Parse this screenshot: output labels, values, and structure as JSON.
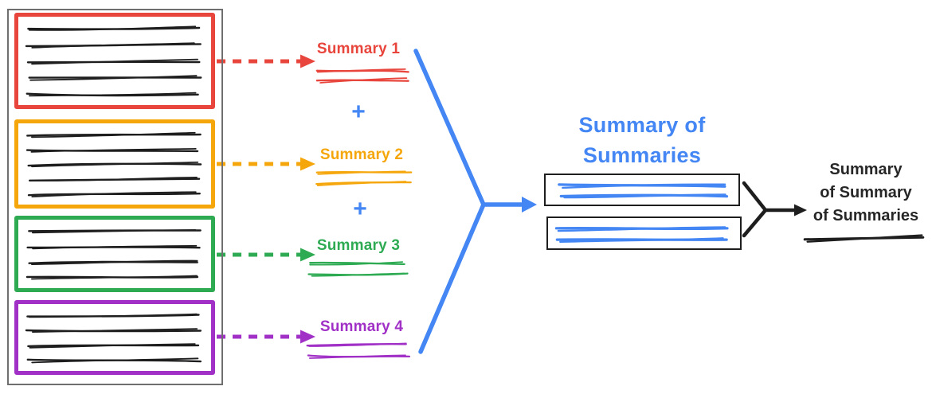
{
  "colors": {
    "red": "#E8453C",
    "yellow": "#F5A60B",
    "green": "#2EAB52",
    "purple": "#A030C6",
    "blue": "#4386F4",
    "ink": "#1E1E1E",
    "text": "#272727",
    "container_border": "#6F6F6F",
    "summary_box_border": "#1E1E1E"
  },
  "source_documents": [
    {
      "name": "document-1",
      "color": "red",
      "line_count": 5
    },
    {
      "name": "document-2",
      "color": "yellow",
      "line_count": 5
    },
    {
      "name": "document-3",
      "color": "green",
      "line_count": 4
    },
    {
      "name": "document-4",
      "color": "purple",
      "line_count": 4
    }
  ],
  "summaries": [
    {
      "label": "Summary 1",
      "color": "red",
      "scribble_lines": 2
    },
    {
      "label": "Summary 2",
      "color": "yellow",
      "scribble_lines": 2
    },
    {
      "label": "Summary 3",
      "color": "green",
      "scribble_lines": 2
    },
    {
      "label": "Summary 4",
      "color": "purple",
      "scribble_lines": 2
    }
  ],
  "operators": {
    "plus": "+"
  },
  "summary_of_summaries": {
    "title_line_1": "Summary of",
    "title_line_2": "Summaries",
    "boxes": [
      {
        "line_count": 2
      },
      {
        "line_count": 2
      }
    ]
  },
  "final_summary": {
    "line_1": "Summary",
    "line_2": "of Summary",
    "line_3": "of Summaries"
  }
}
